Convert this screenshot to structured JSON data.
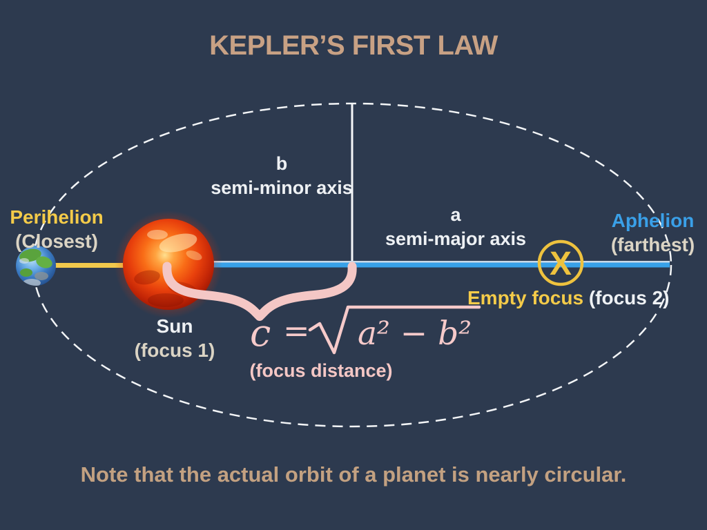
{
  "title": "KEPLER’S FIRST LAW",
  "note": "Note that the actual orbit of a planet is nearly circular.",
  "axes": {
    "semi_minor": {
      "symbol": "b",
      "label": "semi-minor axis"
    },
    "semi_major": {
      "symbol": "a",
      "label": "semi-major axis"
    }
  },
  "points": {
    "perihelion": {
      "name": "Perihelion",
      "qualifier": "(Closest)"
    },
    "aphelion": {
      "name": "Aphelion",
      "qualifier": "(farthest)"
    },
    "sun": {
      "name": "Sun",
      "qualifier": "(focus 1)"
    },
    "empty_focus": {
      "name": "Empty focus",
      "qualifier": "(focus 2)",
      "marker": "X"
    }
  },
  "formula": {
    "lhs": "c",
    "eq": "=",
    "radicand": "a² − b²",
    "caption": "(focus distance)"
  },
  "colors": {
    "background": "#2d3a4f",
    "title_tan": "#c8a184",
    "accent_yellow": "#f4cb49",
    "accent_blue": "#3aa0e8",
    "accent_pink": "#f4c7c5",
    "label_white": "#eef1f4",
    "qualifier_beige": "#dbd4c4"
  }
}
